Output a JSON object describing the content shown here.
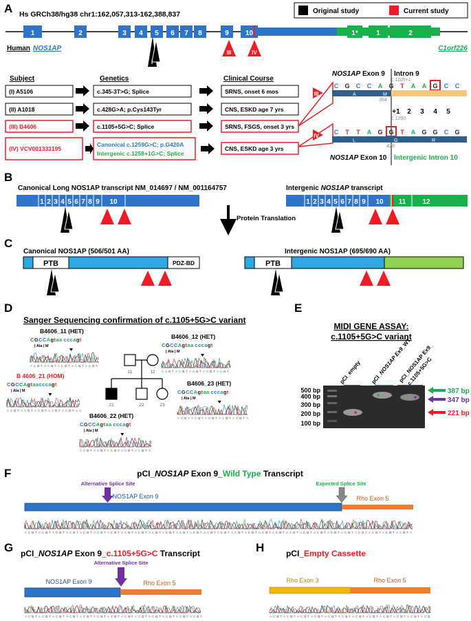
{
  "panel_letters": {
    "a": "A",
    "b": "B",
    "c": "C",
    "d": "D",
    "e": "E",
    "f": "F",
    "g": "G",
    "h": "H"
  },
  "colors": {
    "blue": "#2e75c9",
    "green": "#18b04a",
    "red": "#ee1c24",
    "purple": "#7030a0",
    "orange": "#ed7d31",
    "yellow": "#f2b705",
    "light_green": "#8fd14f",
    "teal": "#2d5f8f"
  },
  "a": {
    "coords": "Hs GRCh38/hg38 chr1:162,057,313-162,388,837",
    "legend_original": "Original study",
    "legend_current": "Current study",
    "human_label": "Human",
    "nos1ap_label": "NOS1AP",
    "c1orf_label": "C1orf226",
    "exons": [
      "1",
      "2",
      "3",
      "4",
      "5",
      "6",
      "7",
      "8",
      "9",
      "10"
    ],
    "green_exons": [
      "1*",
      "1",
      "2"
    ],
    "headers": {
      "subject": "Subject",
      "genetics": "Genetics",
      "clinical": "Clinical Course"
    },
    "rows": [
      {
        "subject": "(I) A5106",
        "genetics": "c.345-3T>G; Splice",
        "clinical": "SRNS, onset 6 mos"
      },
      {
        "subject": "(II) A1018",
        "genetics": "c.428G>A; p.Cys143Tyr",
        "clinical": "CNS, ESKD age 7 yrs"
      },
      {
        "subject": "(III) B4606",
        "genetics": "c.1105+5G>C; Splice",
        "clinical": "SRNS, FSGS, onset 3 yrs"
      },
      {
        "subject": "(IV) VCV001333195",
        "genetics_canon": "Canonical c.1259G>C; p.G420A",
        "genetics_inter": "Intergenic c.1258+1G>C; Splice",
        "clinical": "CNS, ESKD age 3 yrs"
      }
    ],
    "roman": {
      "i": "I",
      "ii": "II",
      "iii": "III",
      "iv": "IV"
    },
    "seq_top": {
      "title_gene": "NOS1AP",
      "title_rest": " Exon 9",
      "intron": "Intron 9",
      "var": "c.1105+1",
      "bases": [
        "C",
        "G",
        "C",
        "C",
        "A",
        "G",
        "T",
        "A",
        "A",
        "G",
        "C",
        "C"
      ],
      "aa": [
        "A",
        "M"
      ],
      "pos": "364",
      "numbers": [
        "+1",
        "2",
        "3",
        "4",
        "5"
      ]
    },
    "seq_bot": {
      "var": "c.1260",
      "bases": [
        "C",
        "T",
        "T",
        "A",
        "G",
        "G",
        "T",
        "A",
        "G",
        "G",
        "C",
        "G"
      ],
      "aa": [
        "L",
        "G",
        "R"
      ],
      "pos": "420",
      "title_gene": "NOS1AP",
      "title_rest": " Exon 10",
      "intron": "Intergenic Intron 10"
    }
  },
  "b": {
    "canon_title": "Canonical Long NOS1AP transcript NM_014697 / NM_001164757",
    "inter_title_pre": "Intergenic ",
    "inter_title_gene": "NOS1AP",
    "inter_title_post": " transcript",
    "exons": [
      "1",
      "2",
      "3",
      "4",
      "5",
      "6",
      "7",
      "8",
      "9",
      "10"
    ],
    "inter_green": [
      "11",
      "12"
    ],
    "translation": "Protein Translation"
  },
  "c": {
    "canon_title": "Canonical NOS1AP (506/501 AA)",
    "inter_title": "Intergenic NOS1AP (695/690 AA)",
    "ptb": "PTB",
    "pdz": "PDZ-BD"
  },
  "d": {
    "title": "Sanger Sequencing confirmation of c.1105+5G>C variant",
    "traces": [
      {
        "label": "B4606_11 (HET)",
        "seq": "CGCCAgtaa cccagt"
      },
      {
        "label": "B4606_12 (HET)",
        "seq": "CGCCAgtaa cccagt"
      },
      {
        "label": "B 4606_21 (HOM)",
        "seq": "CGCCAgtaacccagt"
      },
      {
        "label": "B4606_23 (HET)",
        "seq": "CGCCAgtaa cccagt"
      },
      {
        "label": "B4606_22 (HET)",
        "seq": "CGCCAgtaa cccagt"
      }
    ],
    "aa": "| Ala | M",
    "pedigree": [
      "11",
      "12",
      "21",
      "22",
      "23"
    ]
  },
  "e": {
    "title1": "MIDI GENE ASSAY:",
    "title2": "c.1105+5G>C variant",
    "ladder": [
      "500 bp",
      "400 bp",
      "300 bp",
      "200 bp",
      "100 bp"
    ],
    "lane1": "pCI_empty",
    "lane2_pre": "pCI_",
    "lane2_gene": "NOS1AP Ex9",
    "lane2_post": "_WT",
    "lane3_a": "pCI_NOS1AP Ex9_",
    "lane3_b": "c.1105+5G>C",
    "bands": [
      {
        "label": "387 bp",
        "color": "#18b04a"
      },
      {
        "label": "347 bp",
        "color": "#7030a0"
      },
      {
        "label": "221 bp",
        "color": "#ee1c24"
      }
    ]
  },
  "f": {
    "title_pre": "pCI_",
    "title_gene": "NOS1AP",
    "title_mid": " Exon 9_",
    "title_col": "Wild Type",
    "title_post": " Transcript",
    "alt_site": "Alternative Splice Site",
    "exp_site": "Expected Splice Site",
    "exon9": "NOS1AP Exon 9",
    "rho5": "Rho Exon 5"
  },
  "g": {
    "title_pre": "pCI_",
    "title_gene": "NOS1AP",
    "title_mid": " Exon 9_",
    "title_col": "c.1105+5G>C",
    "title_post": " Transcript",
    "alt_site": "Alternative Splice Site",
    "exon9": "NOS1AP Exon 9",
    "rho5": "Rho Exon 5"
  },
  "h": {
    "title_pre": "pCI_",
    "title_col": "Empty Cassette",
    "rho3": "Rho Exon 3",
    "rho5": "Rho Exon 5"
  }
}
